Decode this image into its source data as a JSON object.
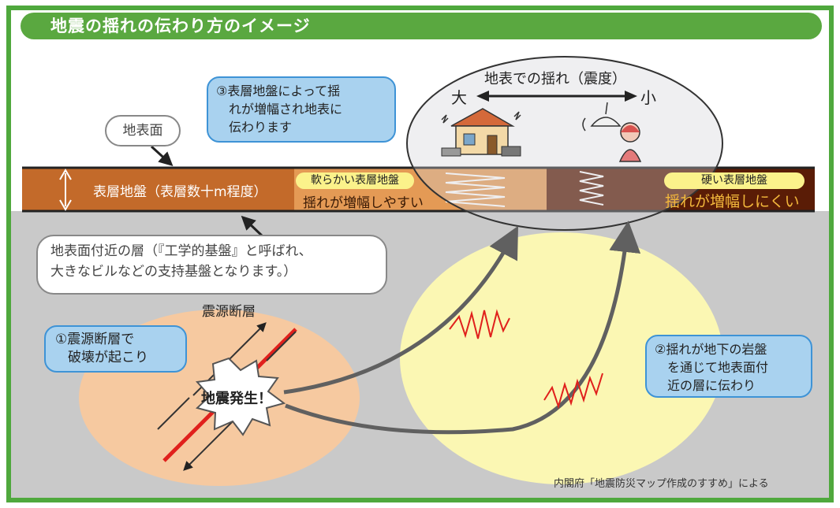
{
  "title": "地震の揺れの伝わり方のイメージ",
  "labels": {
    "ground_surface": "地表面",
    "surface_layer": "表層地盤（表層数十m程度）",
    "soft_layer_badge": "軟らかい表層地盤",
    "soft_layer_text": "揺れが増幅しやすい",
    "hard_layer_badge": "硬い表層地盤",
    "hard_layer_text": "揺れが増幅しにくい",
    "shaking_header": "地表での揺れ（震度）",
    "large": "大",
    "small": "小",
    "fault": "震源断層",
    "earthquake": "地震発生！",
    "source_credit": "内閣府「地震防災マップ作成のすすめ」による"
  },
  "callouts": {
    "step3": [
      "③表層地盤によって揺",
      "れが増幅され地表に",
      "伝わります"
    ],
    "engineering_base": [
      "地表面付近の層（『工学的基盤』と呼ばれ、",
      "大きなビルなどの支持基盤となります。）"
    ],
    "step1": [
      "①震源断層で",
      "破壊が起こり"
    ],
    "step2": [
      "②揺れが地下の岩盤",
      "を通じて地表面付",
      "近の層に伝わり"
    ]
  },
  "colors": {
    "frame": "#4fa83d",
    "surface_layer": "#c36a2a",
    "soft_layer": "#e49a55",
    "hard_layer": "#5a1c06",
    "underground": "#c9c9c9",
    "source_zone": "#f6c9a0",
    "propagation_zone": "#fbf7b3",
    "fault_line": "#e0201c",
    "arrow": "#606060"
  }
}
